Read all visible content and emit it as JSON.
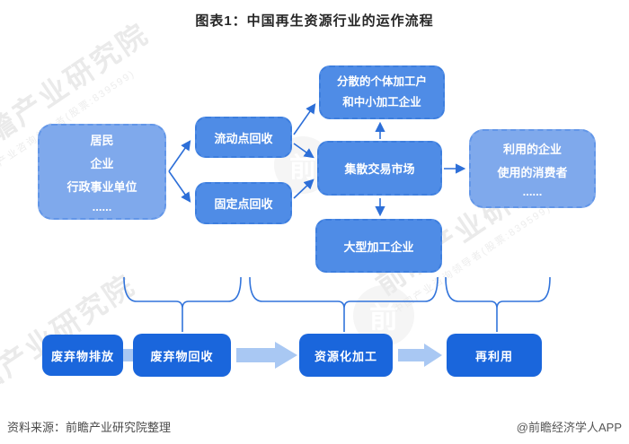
{
  "title": "图表1：中国再生资源行业的运作流程",
  "nodes": {
    "source": {
      "lines": [
        "居民",
        "企业",
        "行政事业单位",
        "......"
      ]
    },
    "mobile": {
      "label": "流动点回收"
    },
    "fixed": {
      "label": "固定点回收"
    },
    "scattered": {
      "lines": [
        "分散的个体加工户",
        "和中小加工企业"
      ]
    },
    "market": {
      "label": "集散交易市场"
    },
    "large": {
      "label": "大型加工企业"
    },
    "consumers": {
      "lines": [
        "利用的企业",
        "使用的消费者",
        "......"
      ]
    }
  },
  "stages": [
    "废弃物排放",
    "废弃物回收",
    "资源化加工",
    "再利用"
  ],
  "footer": {
    "source": "资料来源：前瞻产业研究院整理",
    "credit": "@前瞻经济学人APP"
  },
  "watermark": {
    "brand": "前瞻产业研究院",
    "tagline": "中国产业咨询领导者(股票:839599)",
    "logo_glyph": "前"
  },
  "colors": {
    "box_light": "#7FA9EC",
    "box_mid": "#4F8CE6",
    "box_dark": "#1A66DC",
    "connector": "#2D6FD8",
    "brace": "#3274DB",
    "block_arrow": "#A9C8F3",
    "title_text": "#262626",
    "box_text": "#FFFFFF"
  }
}
